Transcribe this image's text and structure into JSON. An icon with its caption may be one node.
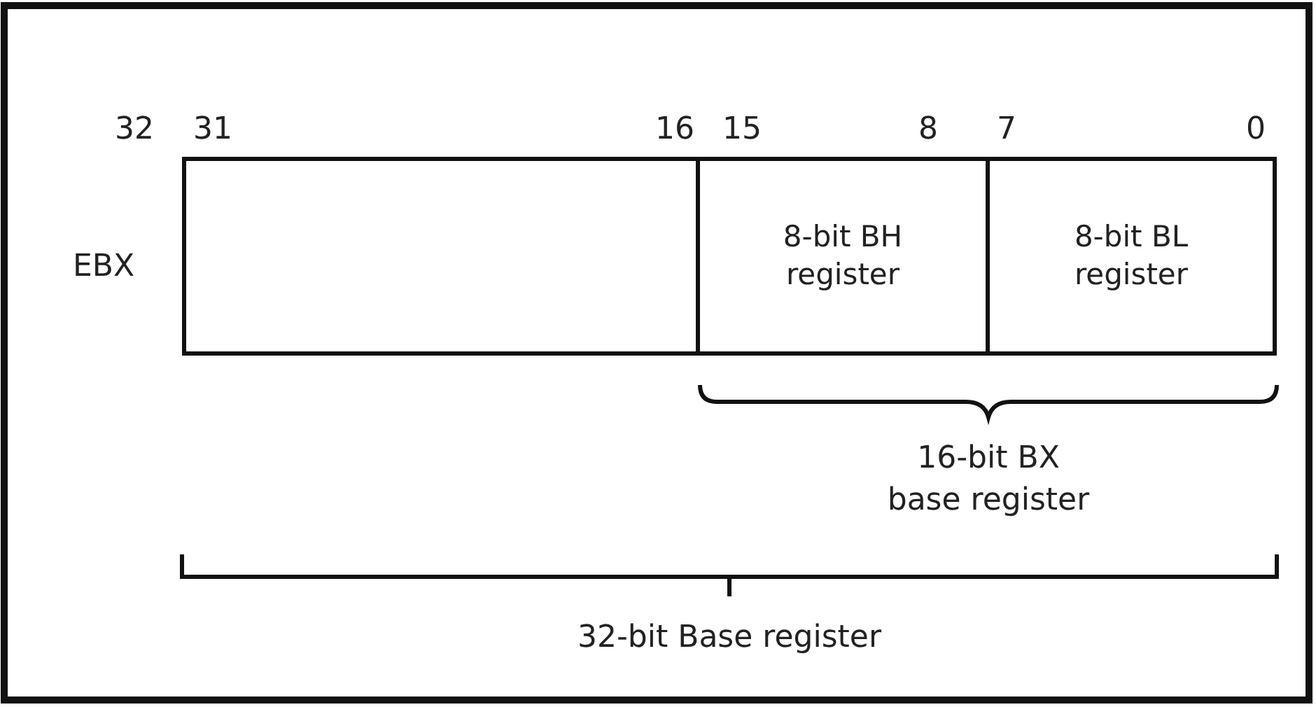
{
  "diagram": {
    "nodes": [
      {
        "text": [],
        "shape": "box"
      },
      {
        "text": [
          "8-bit BH register"
        ]
      },
      {
        "text": [
          "8-bit BL register"
        ]
      }
    ],
    "labels": [
      "32",
      "31",
      "16",
      "15",
      "8",
      "7",
      "0",
      "EBX",
      "16-bit BX base register",
      "32-bit Base register"
    ]
  }
}
